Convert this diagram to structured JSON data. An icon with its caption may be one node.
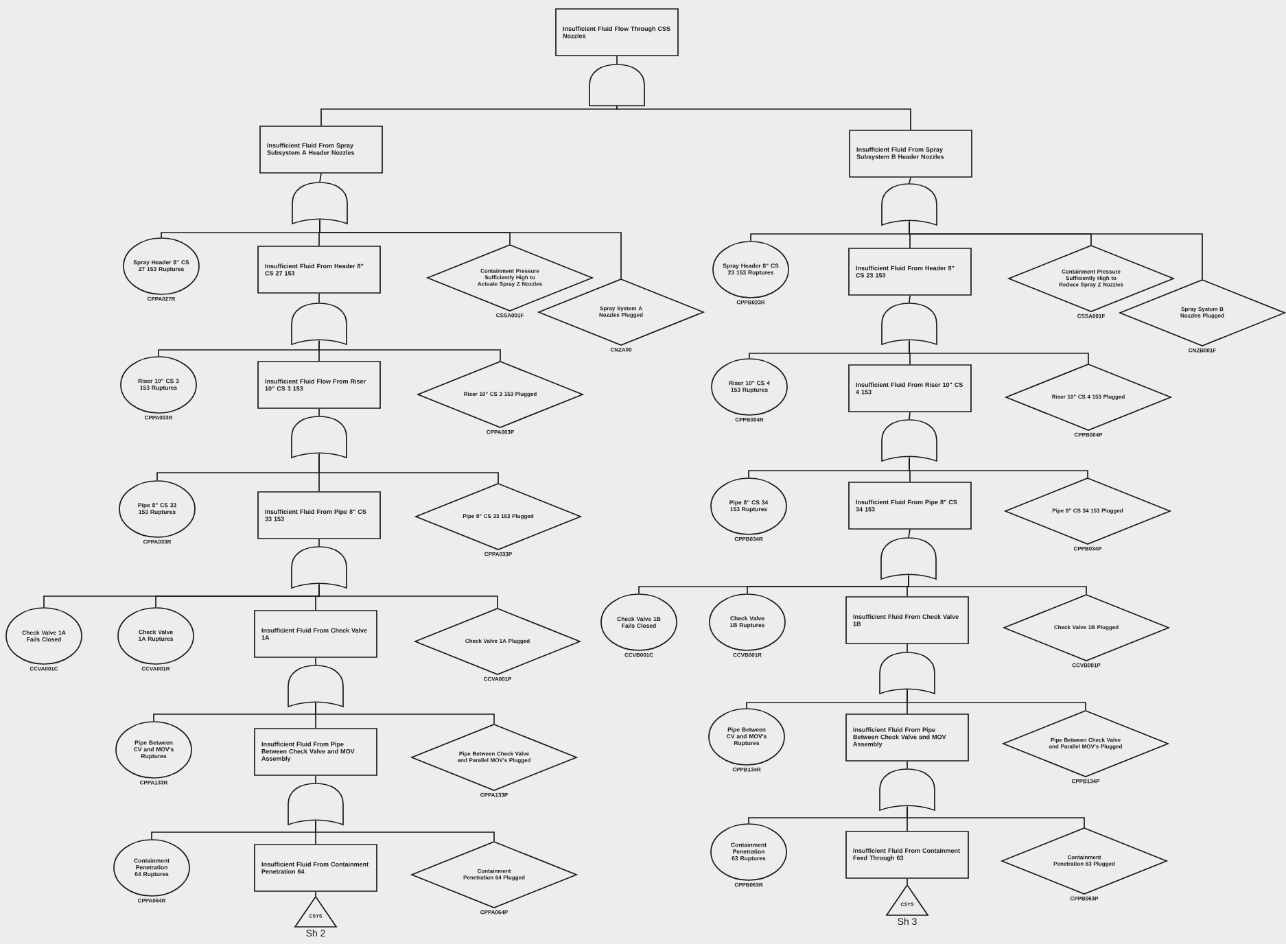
{
  "diagram": {
    "nodes": [
      {
        "text": [
          "Insufficient Fluid Flow Through CSS Nozzles"
        ]
      },
      {
        "text": [],
        "shape": "and-gate"
      },
      {
        "text": [
          "Insufficient Fluid From Spray Subsystem A Header Nozzles"
        ]
      },
      {
        "text": [],
        "shape": "or-gate"
      },
      {
        "text": [
          "Spray Header 8\" CS 27 153 Ruptures"
        ],
        "beside": [
          "CPPA027R"
        ]
      },
      {
        "text": [
          "Insufficient Fluid From Header 8\" CS 27 153"
        ]
      },
      {
        "text": [
          "Containment Pressure Sufficiently High to Actuate Spray Z Nozzles"
        ],
        "beside": [
          "CSSA001F"
        ]
      },
      {
        "text": [
          "Spray System A Nozzles Plugged"
        ],
        "beside": [
          "CNZA00"
        ]
      },
      {
        "text": [],
        "shape": "or-gate"
      },
      {
        "text": [
          "Riser 10\" CS 3 153 Ruptures"
        ],
        "beside": [
          "CPPA003R"
        ]
      },
      {
        "text": [
          "Insufficient Fluid Flow From Riser 10\" CS 3 153"
        ]
      },
      {
        "text": [
          "Riser 10\" CS 3 153 Plugged"
        ],
        "beside": [
          "CPPA003P"
        ]
      },
      {
        "text": [],
        "shape": "or-gate"
      },
      {
        "text": [
          "Pipe 8\" CS 33 153 Ruptures"
        ],
        "beside": [
          "CPPA033R"
        ]
      },
      {
        "text": [
          "Insufficient Fluid From Pipe 8\" CS 33 153"
        ]
      },
      {
        "text": [
          "Pipe 8\" CS 33 153 Plugged"
        ],
        "beside": [
          "CPPA033P"
        ]
      },
      {
        "text": [],
        "shape": "or-gate"
      },
      {
        "text": [
          "Check Valve 1A Fails Closed"
        ],
        "beside": [
          "CCVA001C"
        ]
      },
      {
        "text": [
          "Check Valve 1A Ruptures"
        ],
        "beside": [
          "CCVA001R"
        ]
      },
      {
        "text": [
          "Insufficient Fluid From Check Valve 1A"
        ]
      },
      {
        "text": [
          "Check Valve 1A Plugged"
        ],
        "beside": [
          "CCVA001P"
        ]
      },
      {
        "text": [],
        "shape": "or-gate"
      },
      {
        "text": [
          "Pipe Between CV and MOV's Ruptures"
        ],
        "beside": [
          "CPPA133R"
        ]
      },
      {
        "text": [
          "Insufficient Fluid From Pipe Between Check Valve and MOV Assembly"
        ]
      },
      {
        "text": [
          "Pipe Between Check Valve and Parallel MOV's Plugged"
        ],
        "beside": [
          "CPPA133P"
        ]
      },
      {
        "text": [],
        "shape": "or-gate"
      },
      {
        "text": [
          "Containment Penetration 64 Ruptures"
        ],
        "beside": [
          "CPPA064R"
        ]
      },
      {
        "text": [
          "Insufficient Fluid From Containment Penetration 64"
        ]
      },
      {
        "text": [
          "Containment Penetration 64 Plugged"
        ],
        "beside": [
          "CPPA064P"
        ]
      },
      {
        "text": [
          "CSYS"
        ],
        "beside": [
          "Sh 2"
        ]
      },
      {
        "text": [
          "Insufficient Fluid From Spray Subsystem B Header Nozzles"
        ]
      },
      {
        "text": [],
        "shape": "or-gate"
      },
      {
        "text": [
          "Spray Header 8\" CS 23 153 Ruptures"
        ],
        "beside": [
          "CPPB023R"
        ]
      },
      {
        "text": [
          "Insufficient Fluid From Header 8\" CS 23 153"
        ]
      },
      {
        "text": [
          "Containment Pressure Sufficiently High to Reduce Spray Z Nozzles"
        ],
        "beside": [
          "CSSA001F"
        ]
      },
      {
        "text": [
          "Spray System B Nozzles Plugged"
        ],
        "beside": [
          "CNZB001F"
        ]
      },
      {
        "text": [],
        "shape": "or-gate"
      },
      {
        "text": [
          "Riser 10\" CS 4 153 Ruptures"
        ],
        "beside": [
          "CPPB004R"
        ]
      },
      {
        "text": [
          "Insufficient Fluid From Riser 10\" CS 4 153"
        ]
      },
      {
        "text": [
          "Riser 10\" CS 4 153 Plugged"
        ],
        "beside": [
          "CPPB004P"
        ]
      },
      {
        "text": [],
        "shape": "or-gate"
      },
      {
        "text": [
          "Pipe 8\" CS 34 153 Ruptures"
        ],
        "beside": [
          "CPPB034R"
        ]
      },
      {
        "text": [
          "Insufficient Fluid From Pipe 8\" CS 34 153"
        ]
      },
      {
        "text": [
          "Pipe 8\" CS 34 153 Plugged"
        ],
        "beside": [
          "CPPB034P"
        ]
      },
      {
        "text": [],
        "shape": "or-gate"
      },
      {
        "text": [
          "Check Valve 1B Fails Closed"
        ],
        "beside": [
          "CCVB001C"
        ]
      },
      {
        "text": [
          "Check Valve 1B Ruptures"
        ],
        "beside": [
          "CCVB001R"
        ]
      },
      {
        "text": [
          "Insufficient Fluid From Check Valve 1B"
        ]
      },
      {
        "text": [
          "Check Valve 1B Plugged"
        ],
        "beside": [
          "CCVB001P"
        ]
      },
      {
        "text": [],
        "shape": "or-gate"
      },
      {
        "text": [
          "Pipe Between CV and MOV's Ruptures"
        ],
        "beside": [
          "CPPB134R"
        ]
      },
      {
        "text": [
          "Insufficient Fluid From Pipe Between Check Valve and MOV Assembly"
        ]
      },
      {
        "text": [
          "Pipe Between Check Valve and Parallel MOV's Plugged"
        ],
        "beside": [
          "CPPB134P"
        ]
      },
      {
        "text": [],
        "shape": "or-gate"
      },
      {
        "text": [
          "Containment Penetration 63 Ruptures"
        ],
        "beside": [
          "CPPB063R"
        ]
      },
      {
        "text": [
          "Insufficient Fluid From Containment Feed Through 63"
        ]
      },
      {
        "text": [
          "Containment Penetration 63 Plugged"
        ],
        "beside": [
          "CPPB063P"
        ]
      },
      {
        "text": [
          "CSYS"
        ],
        "beside": [
          "Sh 3"
        ]
      }
    ],
    "edges": [
      {
        "from": 0,
        "to": 1,
        "arrow": "none"
      },
      {
        "from": 1,
        "to": 2,
        "arrow": "none"
      },
      {
        "from": 1,
        "to": 30,
        "arrow": "none"
      },
      {
        "from": 2,
        "to": 3,
        "arrow": "none"
      },
      {
        "from": 3,
        "to": 4,
        "arrow": "none"
      },
      {
        "from": 3,
        "to": 5,
        "arrow": "none"
      },
      {
        "from": 3,
        "to": 6,
        "arrow": "none"
      },
      {
        "from": 3,
        "to": 7,
        "arrow": "none"
      },
      {
        "from": 5,
        "to": 8,
        "arrow": "none"
      },
      {
        "from": 8,
        "to": 9,
        "arrow": "none"
      },
      {
        "from": 8,
        "to": 10,
        "arrow": "none"
      },
      {
        "from": 8,
        "to": 11,
        "arrow": "none"
      },
      {
        "from": 10,
        "to": 12,
        "arrow": "none"
      },
      {
        "from": 12,
        "to": 13,
        "arrow": "none"
      },
      {
        "from": 12,
        "to": 14,
        "arrow": "none"
      },
      {
        "from": 12,
        "to": 15,
        "arrow": "none"
      },
      {
        "from": 14,
        "to": 16,
        "arrow": "none"
      },
      {
        "from": 16,
        "to": 17,
        "arrow": "none"
      },
      {
        "from": 16,
        "to": 18,
        "arrow": "none"
      },
      {
        "from": 16,
        "to": 19,
        "arrow": "none"
      },
      {
        "from": 16,
        "to": 20,
        "arrow": "none"
      },
      {
        "from": 19,
        "to": 21,
        "arrow": "none"
      },
      {
        "from": 21,
        "to": 22,
        "arrow": "none"
      },
      {
        "from": 21,
        "to": 23,
        "arrow": "none"
      },
      {
        "from": 21,
        "to": 24,
        "arrow": "none"
      },
      {
        "from": 23,
        "to": 25,
        "arrow": "none"
      },
      {
        "from": 25,
        "to": 26,
        "arrow": "none"
      },
      {
        "from": 25,
        "to": 27,
        "arrow": "none"
      },
      {
        "from": 25,
        "to": 28,
        "arrow": "none"
      },
      {
        "from": 27,
        "to": 29,
        "arrow": "none"
      },
      {
        "from": 30,
        "to": 31,
        "arrow": "none"
      },
      {
        "from": 31,
        "to": 32,
        "arrow": "none"
      },
      {
        "from": 31,
        "to": 33,
        "arrow": "none"
      },
      {
        "from": 31,
        "to": 34,
        "arrow": "none"
      },
      {
        "from": 31,
        "to": 35,
        "arrow": "none"
      },
      {
        "from": 33,
        "to": 36,
        "arrow": "none"
      },
      {
        "from": 36,
        "to": 37,
        "arrow": "none"
      },
      {
        "from": 36,
        "to": 38,
        "arrow": "none"
      },
      {
        "from": 36,
        "to": 39,
        "arrow": "none"
      },
      {
        "from": 38,
        "to": 40,
        "arrow": "none"
      },
      {
        "from": 40,
        "to": 41,
        "arrow": "none"
      },
      {
        "from": 40,
        "to": 42,
        "arrow": "none"
      },
      {
        "from": 40,
        "to": 43,
        "arrow": "none"
      },
      {
        "from": 42,
        "to": 44,
        "arrow": "none"
      },
      {
        "from": 44,
        "to": 45,
        "arrow": "none"
      },
      {
        "from": 44,
        "to": 46,
        "arrow": "none"
      },
      {
        "from": 44,
        "to": 47,
        "arrow": "none"
      },
      {
        "from": 44,
        "to": 48,
        "arrow": "none"
      },
      {
        "from": 47,
        "to": 49,
        "arrow": "none"
      },
      {
        "from": 49,
        "to": 50,
        "arrow": "none"
      },
      {
        "from": 49,
        "to": 51,
        "arrow": "none"
      },
      {
        "from": 49,
        "to": 52,
        "arrow": "none"
      },
      {
        "from": 51,
        "to": 53,
        "arrow": "none"
      },
      {
        "from": 53,
        "to": 54,
        "arrow": "none"
      },
      {
        "from": 53,
        "to": 55,
        "arrow": "none"
      },
      {
        "from": 53,
        "to": 56,
        "arrow": "none"
      },
      {
        "from": 55,
        "to": 57,
        "arrow": "none"
      }
    ]
  }
}
